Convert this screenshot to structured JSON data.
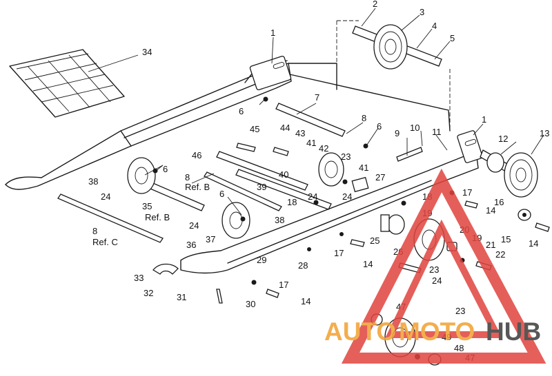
{
  "part_numbers": [
    "1",
    "1",
    "2",
    "3",
    "4",
    "5",
    "6",
    "6",
    "6",
    "6",
    "7",
    "8",
    "9",
    "10",
    "11",
    "12",
    "13",
    "14",
    "14",
    "14",
    "14",
    "15",
    "16",
    "17",
    "17",
    "17",
    "18",
    "18",
    "19",
    "19",
    "20",
    "21",
    "22",
    "23",
    "23",
    "23",
    "24",
    "24",
    "24",
    "24",
    "24",
    "25",
    "26",
    "27",
    "28",
    "29",
    "30",
    "31",
    "32",
    "33",
    "34",
    "35",
    "36",
    "37",
    "38",
    "38",
    "39",
    "40",
    "41",
    "41",
    "42",
    "43",
    "44",
    "45",
    "46",
    "47",
    "47",
    "48",
    "49"
  ],
  "reference_labels": [
    {
      "number": "8",
      "ref": "Ref. B"
    },
    {
      "number": "35",
      "ref": "Ref. B"
    },
    {
      "number": "8",
      "ref": "Ref. C"
    }
  ],
  "watermark": {
    "brand_part1": "AUTO",
    "brand_part2": "MOTO",
    "brand_part3": "HUB",
    "color_red": "#e0443e",
    "color_orange": "#f0a030",
    "color_dark": "#3a3a3a"
  }
}
